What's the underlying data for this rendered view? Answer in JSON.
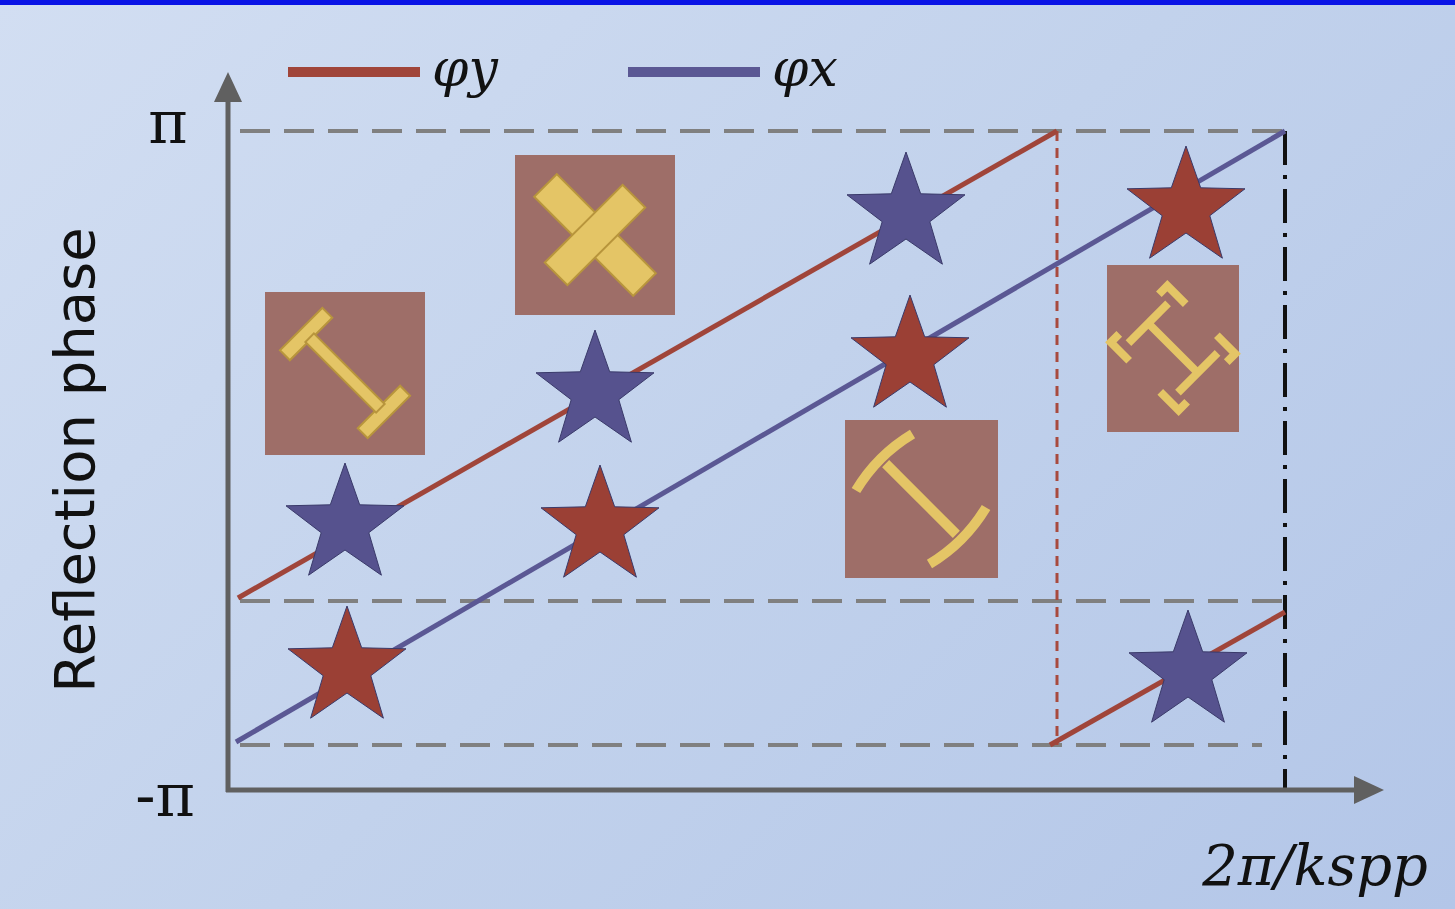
{
  "diagram": {
    "labels": [
      "π",
      "-π",
      "Reflection phase",
      "2π/kspp"
    ],
    "legend": [
      {
        "text": "φy"
      },
      {
        "text": "φx"
      }
    ]
  }
}
